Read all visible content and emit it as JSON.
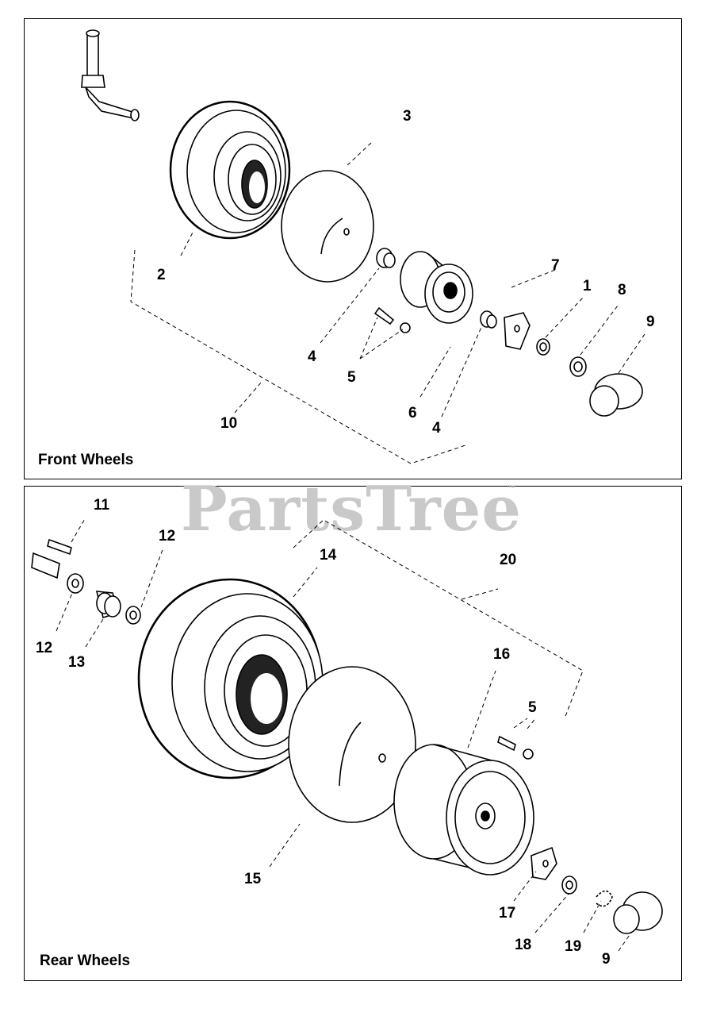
{
  "watermark": "PartsTree",
  "trademark": "™",
  "front": {
    "title": "Front Wheels",
    "callouts": [
      "3",
      "2",
      "7",
      "1",
      "8",
      "9",
      "4",
      "5",
      "6",
      "4",
      "10"
    ]
  },
  "rear": {
    "title": "Rear Wheels",
    "callouts": [
      "11",
      "12",
      "14",
      "20",
      "12",
      "13",
      "16",
      "5",
      "15",
      "17",
      "18",
      "19",
      "9"
    ]
  }
}
